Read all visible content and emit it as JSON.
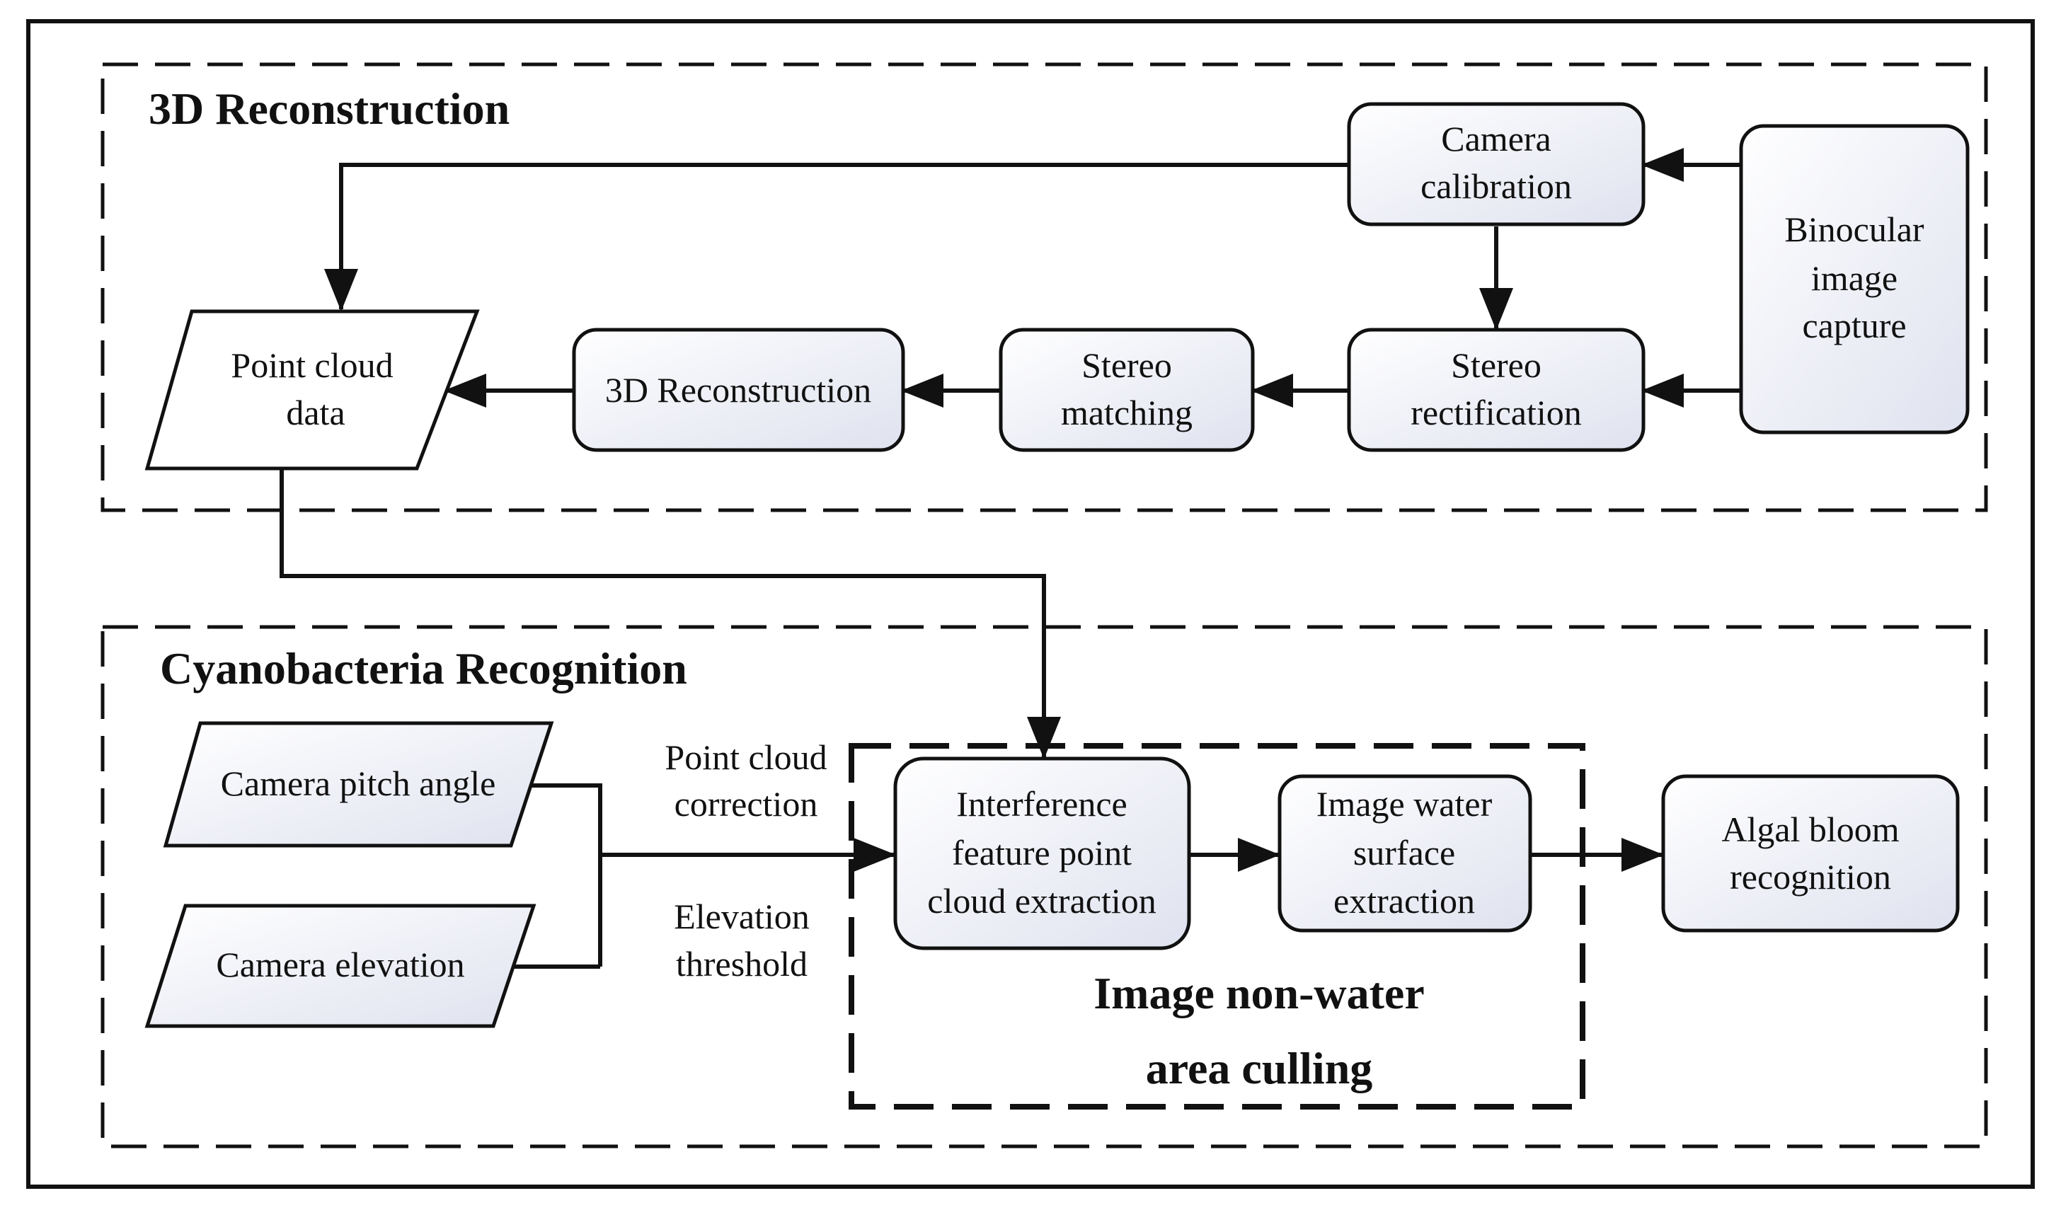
{
  "groups": {
    "reconstruction": {
      "title": "3D Reconstruction"
    },
    "recognition": {
      "title": "Cyanobacteria Recognition"
    },
    "culling": {
      "title_line1": "Image non-water",
      "title_line2": "area culling"
    }
  },
  "nodes": {
    "camera_calibration": {
      "line1": "Camera",
      "line2": "calibration"
    },
    "binocular_capture": {
      "line1": "Binocular",
      "line2": "image",
      "line3": "capture"
    },
    "stereo_rectification": {
      "line1": "Stereo",
      "line2": "rectification"
    },
    "stereo_matching": {
      "line1": "Stereo",
      "line2": "matching"
    },
    "reconstruction_3d": {
      "line1": "3D Reconstruction"
    },
    "point_cloud_data": {
      "line1": "Point cloud",
      "line2": "data"
    },
    "camera_pitch_angle": {
      "line1": "Camera pitch angle"
    },
    "camera_elevation": {
      "line1": "Camera elevation"
    },
    "interference_extraction": {
      "line1": "Interference",
      "line2": "feature point",
      "line3": "cloud extraction"
    },
    "water_surface_extraction": {
      "line1": "Image water",
      "line2": "surface",
      "line3": "extraction"
    },
    "algal_bloom_recognition": {
      "line1": "Algal bloom",
      "line2": "recognition"
    }
  },
  "annotations": {
    "point_cloud_correction": {
      "line1": "Point cloud",
      "line2": "correction"
    },
    "elevation_threshold": {
      "line1": "Elevation",
      "line2": "threshold"
    }
  },
  "colors": {
    "line": "#111111",
    "node_fill_start": "#ffffff",
    "node_fill_end": "#dfe2ef"
  }
}
